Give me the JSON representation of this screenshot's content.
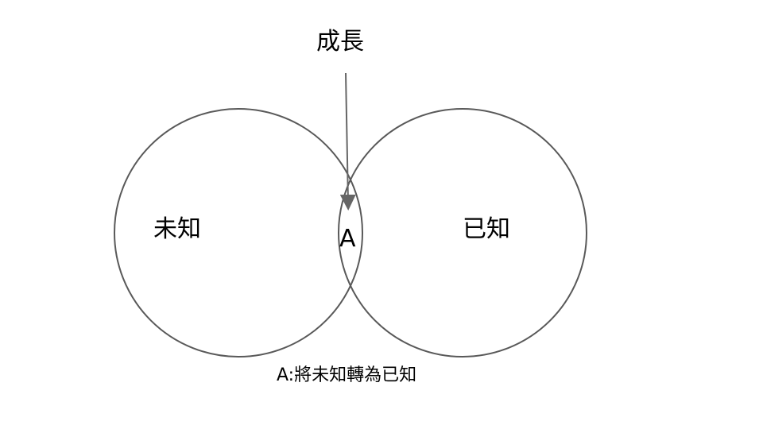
{
  "labels": {
    "growth": "成長",
    "unknown": "未知",
    "known": "已知",
    "overlap": "A",
    "caption": "A:將未知轉為已知"
  },
  "colors": {
    "stroke": "#595959",
    "arrow": "#666666",
    "text": "#000000"
  }
}
